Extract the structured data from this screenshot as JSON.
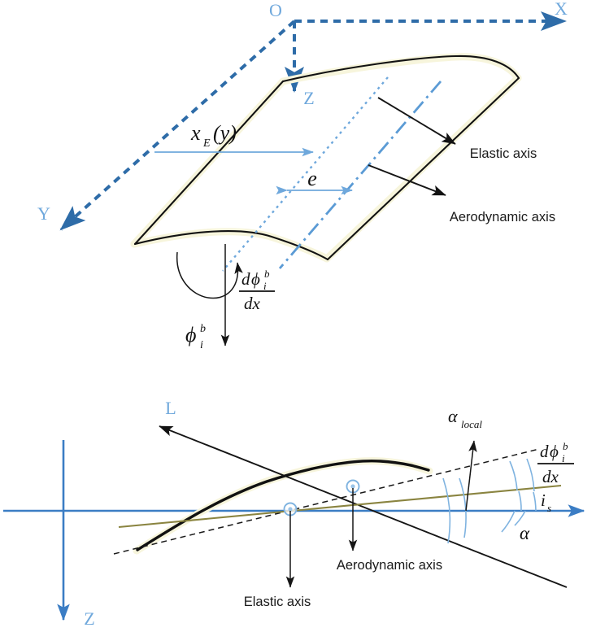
{
  "figure": {
    "title": "Wing structural and aerodynamic axes definition diagram",
    "colors": {
      "dark_blue_axis": "#2E6CA8",
      "light_blue": "#6FA8DC",
      "mid_blue_axis": "#3B7DC4",
      "olive_chord": "#8A8440",
      "wing_outline": "#121212",
      "glow_highlight": "#F7F5DC",
      "background": "#FFFFFF"
    }
  },
  "top_panel": {
    "name": "three-dimensional-wing-planform",
    "axes": {
      "origin_label": "O",
      "x_label": "X",
      "y_label": "Y",
      "z_label": "Z"
    },
    "annotations": {
      "x_e_symbol": "x",
      "x_e_subscript": "E",
      "x_e_argument": "(y)",
      "offset_symbol": "e",
      "elastic_axis_label": "Elastic axis",
      "aerodynamic_axis_label": "Aerodynamic axis"
    },
    "twist_rate": {
      "numerator_d": "d",
      "numerator_phi": "ϕ",
      "numerator_sub": "i",
      "numerator_sup": "b",
      "denominator": "dx"
    },
    "rotation_symbol": {
      "phi": "ϕ",
      "sub": "i",
      "sup": "b"
    }
  },
  "bottom_panel": {
    "name": "airfoil-section-angle-definitions",
    "axes": {
      "z_label": "Z",
      "lift_label": "L"
    },
    "angles": {
      "alpha_local": "α",
      "alpha_local_sub": "local",
      "incidence": "i",
      "incidence_sub": "s",
      "alpha": "α"
    },
    "twist_rate": {
      "numerator_d": "d",
      "numerator_phi": "ϕ",
      "numerator_sub": "i",
      "numerator_sup": "b",
      "denominator": "dx"
    },
    "callouts": {
      "elastic_axis_label": "Elastic axis",
      "aerodynamic_axis_label": "Aerodynamic axis"
    }
  }
}
